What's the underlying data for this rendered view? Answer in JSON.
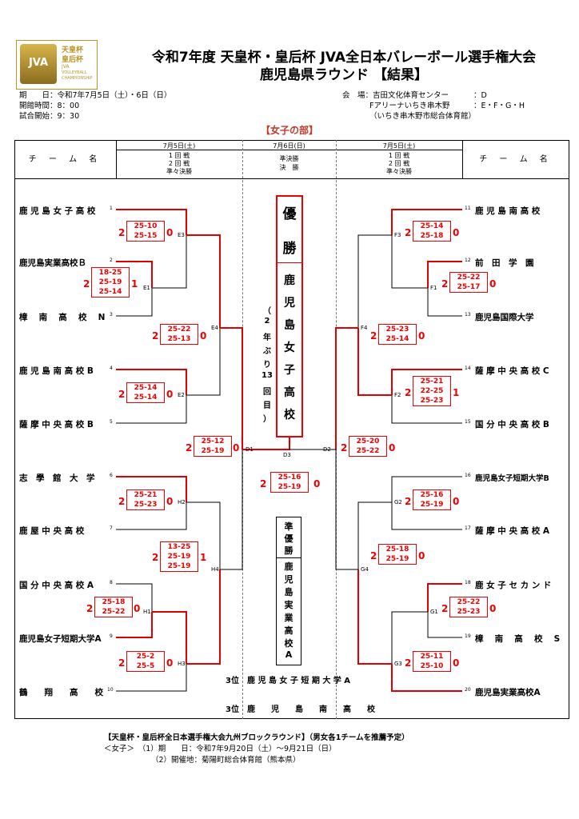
{
  "logo": {
    "jva": "JVA",
    "cup1": "天皇杯",
    "cup2": "皇后杯",
    "org": "JVA",
    "name1": "VOLLEYBALL",
    "name2": "CHAMPIONSHIP"
  },
  "title1": "令和7年度 天皇杯・皇后杯 JVA全日本バレーボール選手権大会",
  "title2": "鹿児島県ラウンド 【結果】",
  "info": {
    "period": "期　　日：令和7年7月5日（土）・6日（日）",
    "open": "開館時間：8：00",
    "start": "試合開始：9：30",
    "venue1": "会　場：吉田文化体育センター",
    "venue1_code": "：D",
    "venue2": "Fアリーナいちき串木野",
    "venue2_code": "：E・F・G・H",
    "venue3": "（いちき串木野市総合体育館）"
  },
  "section": "【女子の部】",
  "header": {
    "team_name": "チ ー ム 名",
    "left_date": "7月5日(土)",
    "left_rounds": [
      "1 回 戦",
      "2 回 戦",
      "準々決勝"
    ],
    "center_date": "7月6日(日)",
    "center_rounds": [
      "準決勝",
      "決　勝"
    ],
    "right_date": "7月5日(土)",
    "right_rounds": [
      "1 回 戦",
      "2 回 戦",
      "準々決勝"
    ]
  },
  "left_teams": [
    {
      "name": "鹿 児 島 女 子 高 校",
      "seed": "1"
    },
    {
      "name": "鹿児島実業高校Ｂ",
      "seed": "2"
    },
    {
      "name": "樟　 南 　高　 校　 N",
      "seed": "3"
    },
    {
      "name": "鹿 児 島 南 高 校 B",
      "seed": "4"
    },
    {
      "name": "薩 摩 中 央 高 校 B",
      "seed": "5"
    },
    {
      "name": "志　學　館　大　学",
      "seed": "6"
    },
    {
      "name": "鹿 屋 中 央 高 校",
      "seed": "7"
    },
    {
      "name": "国 分 中 央 高 校 A",
      "seed": "8"
    },
    {
      "name": "鹿児島女子短期大学A",
      "seed": "9"
    },
    {
      "name": "鶴　　翔　　高　　校",
      "seed": "10"
    }
  ],
  "right_teams": [
    {
      "name": "鹿 児 島 南 高 校",
      "seed": "11"
    },
    {
      "name": "前　田　学　園",
      "seed": "12"
    },
    {
      "name": "鹿児島国際大学",
      "seed": "13"
    },
    {
      "name": "薩 摩 中 央 高 校 C",
      "seed": "14"
    },
    {
      "name": "国 分 中 央 高 校 B",
      "seed": "15"
    },
    {
      "name": "鹿児島女子短期大学B",
      "seed": "16"
    },
    {
      "name": "薩 摩 中 央 高 校 A",
      "seed": "17"
    },
    {
      "name": "鹿 女 子 セ カ ン ド",
      "seed": "18"
    },
    {
      "name": "樟　 南 　高　 校　 S",
      "seed": "19"
    },
    {
      "name": "鹿児島実業高校A",
      "seed": "20"
    }
  ],
  "matches": {
    "E3": {
      "label": "E3",
      "win": "2",
      "lose": "0",
      "sets": [
        "25-10",
        "25-15"
      ]
    },
    "E1": {
      "label": "E1",
      "win": "2",
      "lose": "1",
      "sets": [
        "18-25",
        "25-19",
        "25-14"
      ]
    },
    "E4": {
      "label": "E4",
      "win": "2",
      "lose": "0",
      "sets": [
        "25-22",
        "25-13"
      ]
    },
    "E2": {
      "label": "E2",
      "win": "2",
      "lose": "0",
      "sets": [
        "25-14",
        "25-14"
      ]
    },
    "D1": {
      "label": "D1",
      "win": "2",
      "lose": "0",
      "sets": [
        "25-12",
        "25-19"
      ]
    },
    "H2": {
      "label": "H2",
      "win": "2",
      "lose": "0",
      "sets": [
        "25-21",
        "25-23"
      ]
    },
    "H4": {
      "label": "H4",
      "win": "2",
      "lose": "1",
      "sets": [
        "13-25",
        "25-19",
        "25-19"
      ]
    },
    "H1": {
      "label": "H1",
      "win": "2",
      "lose": "0",
      "sets": [
        "25-18",
        "25-22"
      ]
    },
    "H3": {
      "label": "H3",
      "win": "2",
      "lose": "0",
      "sets": [
        "25-2",
        "25-5"
      ]
    },
    "F3": {
      "label": "F3",
      "win": "2",
      "lose": "0",
      "sets": [
        "25-14",
        "25-18"
      ]
    },
    "F1": {
      "label": "F1",
      "win": "2",
      "lose": "0",
      "sets": [
        "25-22",
        "25-17"
      ]
    },
    "F4": {
      "label": "F4",
      "win": "2",
      "lose": "0",
      "sets": [
        "25-23",
        "25-14"
      ]
    },
    "F2": {
      "label": "F2",
      "win": "2",
      "lose": "1",
      "sets": [
        "25-21",
        "22-25",
        "25-23"
      ]
    },
    "D2": {
      "label": "D2",
      "win": "2",
      "lose": "0",
      "sets": [
        "25-20",
        "25-22"
      ]
    },
    "G2": {
      "label": "G2",
      "win": "2",
      "lose": "0",
      "sets": [
        "25-16",
        "25-19"
      ]
    },
    "G4": {
      "label": "G4",
      "win": "2",
      "lose": "0",
      "sets": [
        "25-18",
        "25-19"
      ]
    },
    "G1": {
      "label": "G1",
      "win": "2",
      "lose": "0",
      "sets": [
        "25-22",
        "25-23"
      ]
    },
    "G3": {
      "label": "G3",
      "win": "2",
      "lose": "0",
      "sets": [
        "25-11",
        "25-10"
      ]
    },
    "D3": {
      "label": "D3",
      "win": "2",
      "lose": "0",
      "sets": [
        "25-16",
        "25-19"
      ]
    }
  },
  "champion": {
    "title": [
      "優",
      "勝"
    ],
    "team": [
      "鹿",
      "児",
      "島",
      "女",
      "子",
      "高",
      "校"
    ],
    "note": [
      "（",
      "2",
      "年",
      "ぶ",
      "り",
      "13",
      "回",
      "目",
      "）"
    ]
  },
  "runnerup": {
    "title": [
      "準",
      "優",
      "勝"
    ],
    "team": [
      "鹿",
      "児",
      "島",
      "実",
      "業",
      "高",
      "校",
      "A"
    ]
  },
  "third": [
    "3位　鹿 児 島 女 子 短 期 大 学 A",
    "3位　鹿　　児　　島　　南　　高　　校"
  ],
  "notes": {
    "line1": "【天皇杯・皇后杯全日本選手権大会九州ブロックラウンド】（男女各1チームを推薦予定）",
    "line2": "＜女子＞　（1）期　　日：令和7年9月20日（土）～9月21日（日）",
    "line3": "（2）開催地：菊陽町総合体育館（熊本県）"
  },
  "colors": {
    "win_line": "#e00000",
    "accent": "#c0392b",
    "logo_gold": "#b8952a"
  }
}
